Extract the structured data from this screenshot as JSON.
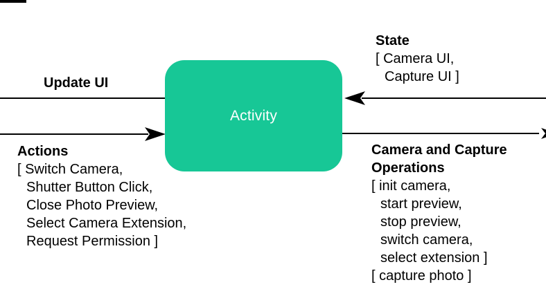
{
  "diagram": {
    "node_activity": {
      "label": "Activity"
    },
    "arrows": {
      "update_ui": {
        "label": "Update UI",
        "direction": "from Activity to left edge"
      },
      "actions": {
        "label": "Actions",
        "direction": "from left edge into Activity",
        "items": [
          "[ Switch Camera,",
          "Shutter Button Click,",
          "Close Photo Preview,",
          "Select Camera Extension,",
          "Request Permission ]"
        ]
      },
      "state": {
        "label": "State",
        "direction": "from right edge into Activity",
        "items": [
          "[ Camera UI,",
          "Capture UI ]"
        ]
      },
      "camera_ops": {
        "label": "Camera and Capture Operations",
        "direction": "from Activity to right edge",
        "items": [
          "[ init camera,",
          "start preview,",
          "stop preview,",
          "switch camera,",
          "select extension ]",
          "[ capture photo ]"
        ]
      }
    },
    "colors": {
      "node_fill": "#17C796",
      "node_text": "#FFFFFF",
      "text": "#000000",
      "arrow": "#000000"
    }
  }
}
